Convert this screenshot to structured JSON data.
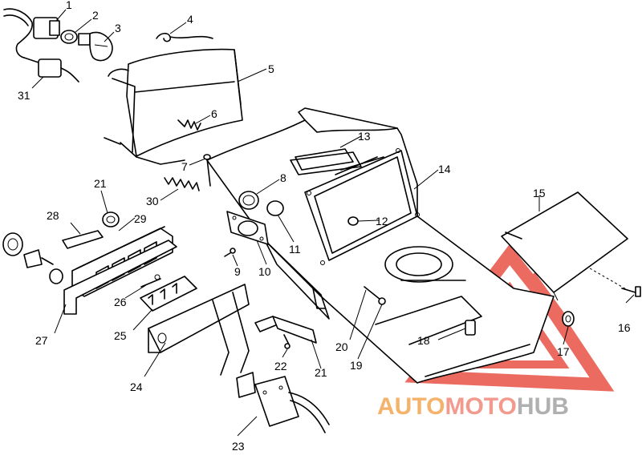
{
  "callouts": {
    "c1": "1",
    "c2": "2",
    "c3": "3",
    "c4": "4",
    "c5": "5",
    "c6": "6",
    "c7": "7",
    "c8": "8",
    "c9": "9",
    "c10": "10",
    "c11": "11",
    "c12": "12",
    "c13": "13",
    "c14": "14",
    "c15": "15",
    "c16": "16",
    "c17": "17",
    "c18": "18",
    "c19": "19",
    "c20": "20",
    "c21a": "21",
    "c21b": "21",
    "c22": "22",
    "c23": "23",
    "c24": "24",
    "c25": "25",
    "c26": "26",
    "c27": "27",
    "c28": "28",
    "c29": "29",
    "c30": "30",
    "c31": "31"
  },
  "watermark": {
    "part1": "AUTO",
    "part2": "MOTO",
    "part3": "HUB",
    "color_auto": "#f5b26b",
    "color_moto": "#f29a8e",
    "color_hub": "#b0b0b0",
    "color_triangle": "#e8473a"
  }
}
